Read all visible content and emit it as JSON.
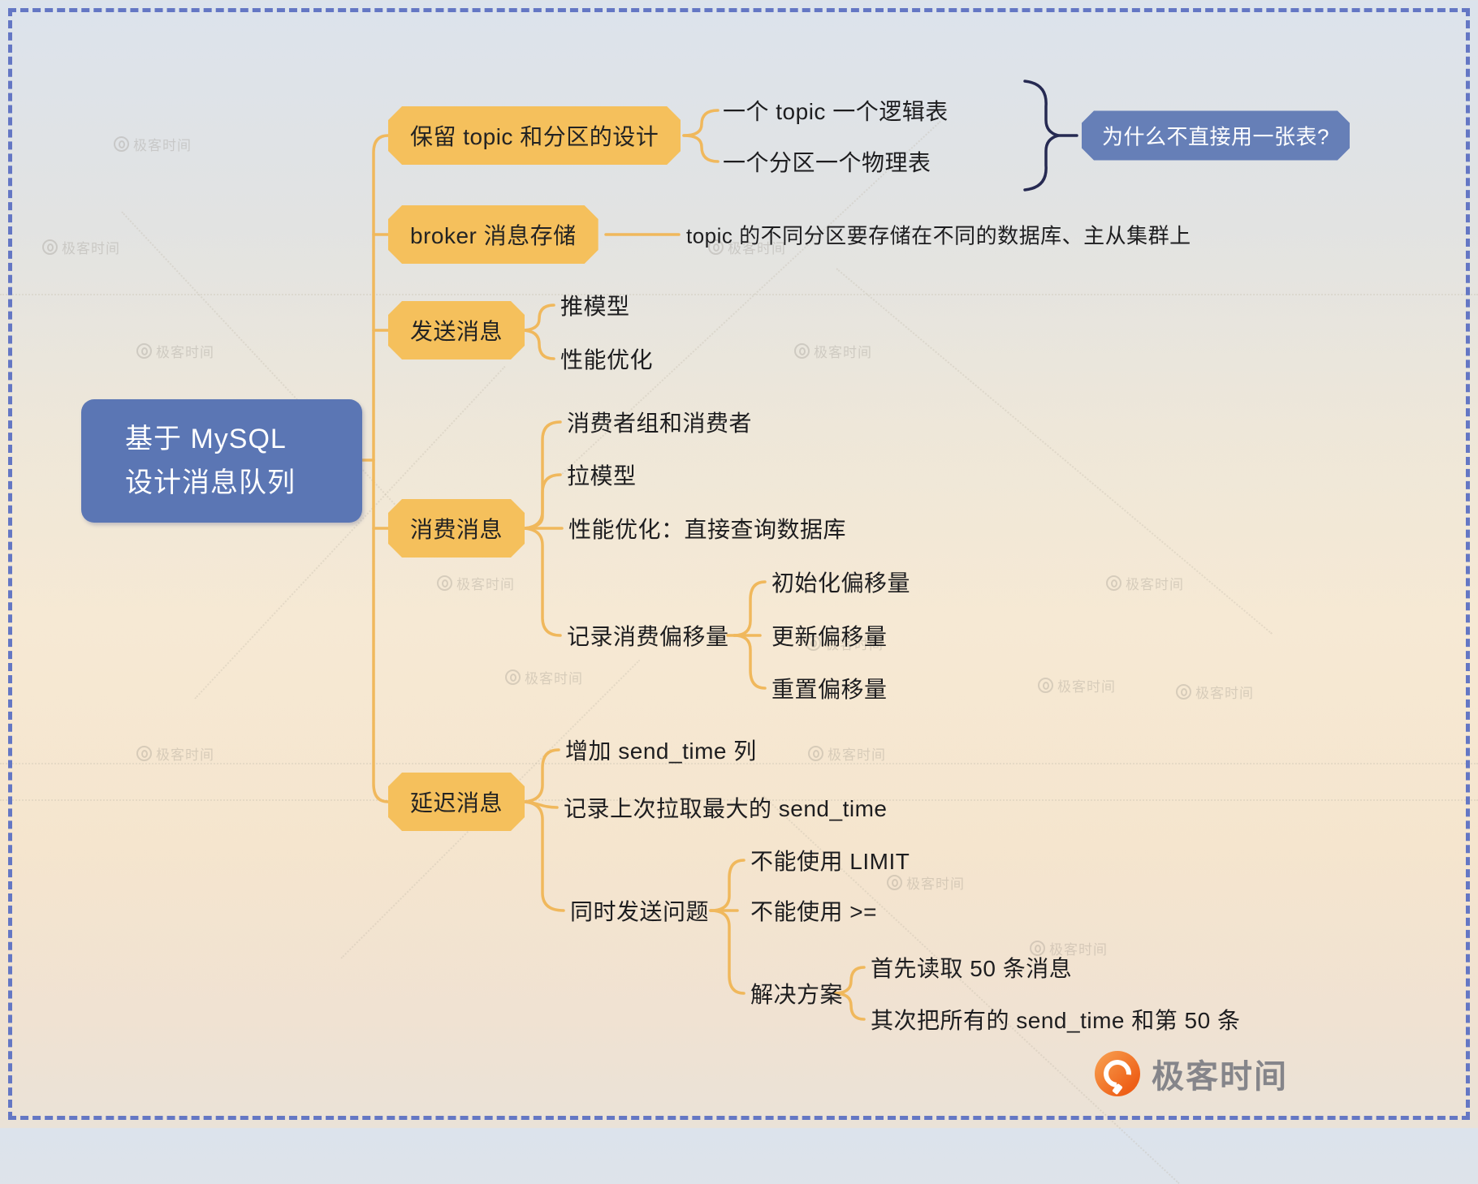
{
  "root": {
    "line1": "基于 MySQL",
    "line2": "设计消息队列"
  },
  "branches": {
    "retain": {
      "label": "保留 topic 和分区的设计",
      "children": [
        "一个 topic 一个逻辑表",
        "一个分区一个物理表"
      ],
      "question": "为什么不直接用一张表?"
    },
    "broker": {
      "label": "broker 消息存储",
      "note": "topic 的不同分区要存储在不同的数据库、主从集群上"
    },
    "send": {
      "label": "发送消息",
      "children": [
        "推模型",
        "性能优化"
      ]
    },
    "consume": {
      "label": "消费消息",
      "children": [
        "消费者组和消费者",
        "拉模型",
        "性能优化：直接查询数据库",
        "记录消费偏移量"
      ],
      "offset_children": [
        "初始化偏移量",
        "更新偏移量",
        "重置偏移量"
      ]
    },
    "delay": {
      "label": "延迟消息",
      "children": [
        "增加 send_time 列",
        "记录上次拉取最大的 send_time",
        "同时发送问题"
      ],
      "issue_children": [
        "不能使用 LIMIT",
        "不能使用 >="
      ],
      "solution_label": "解决方案",
      "solution_children": [
        "首先读取 50 条消息",
        "其次把所有的 send_time 和第 50 条"
      ]
    }
  },
  "watermark_text": "极客时间",
  "logo_text": "极客时间",
  "colors": {
    "node_yellow": "#f5c05c",
    "node_blue": "#5b76b4",
    "question_blue": "#667fb7",
    "connector_orange": "#f0b85c",
    "brace_navy": "#262a52",
    "border_dash": "#6477c4"
  }
}
